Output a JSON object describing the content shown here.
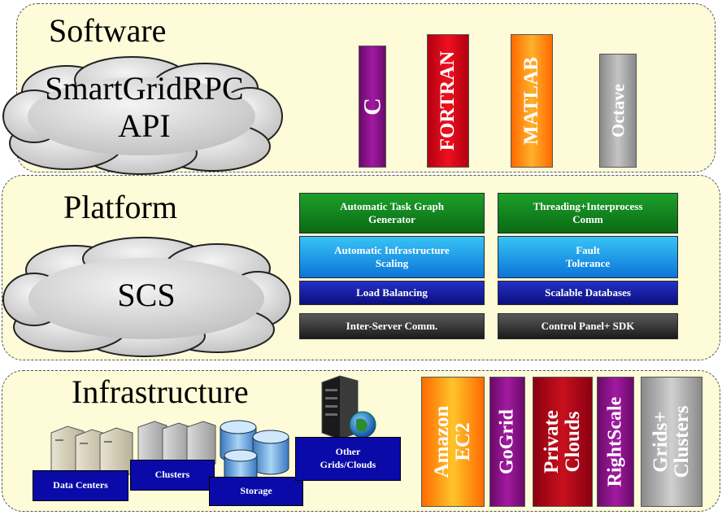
{
  "software": {
    "title": "Software",
    "cloud_line1": "SmartGridRPC",
    "cloud_line2": "API",
    "languages": [
      {
        "label": "C",
        "color": "#8a0f8a"
      },
      {
        "label": "FORTRAN",
        "color": "#e0101a"
      },
      {
        "label": "MATLAB",
        "color": "#f58a0a"
      },
      {
        "label": "Octave",
        "color": "#9a9a9a"
      }
    ]
  },
  "platform": {
    "title": "Platform",
    "cloud_label": "SCS",
    "modules": [
      {
        "line1": "Automatic Task Graph",
        "line2": "Generator",
        "style": "green"
      },
      {
        "line1": "Threading+Interprocess",
        "line2": "Comm",
        "style": "green"
      },
      {
        "line1": "Automatic Infrastructure",
        "line2": "Scaling",
        "style": "sky"
      },
      {
        "line1": "Fault",
        "line2": "Tolerance",
        "style": "sky"
      },
      {
        "line1": "Load Balancing",
        "line2": "",
        "style": "blue"
      },
      {
        "line1": "Scalable Databases",
        "line2": "",
        "style": "blue"
      },
      {
        "line1": "Inter-Server Comm.",
        "line2": "",
        "style": "dark"
      },
      {
        "line1": "Control Panel+ SDK",
        "line2": "",
        "style": "dark"
      }
    ]
  },
  "infrastructure": {
    "title": "Infrastructure",
    "resources": {
      "data_centers": "Data Centers",
      "clusters": "Clusters",
      "storage": "Storage",
      "other_line1": "Other",
      "other_line2": "Grids/Clouds"
    },
    "providers": [
      {
        "line1": "Amazon",
        "line2": "EC2",
        "color": "#f58a0a"
      },
      {
        "line1": "GoGrid",
        "line2": "",
        "color": "#8a0f8a"
      },
      {
        "line1": "Private",
        "line2": "Clouds",
        "color": "#b0101a"
      },
      {
        "line1": "RightScale",
        "line2": "",
        "color": "#8a0f8a"
      },
      {
        "line1": "Grids+",
        "line2": "Clusters",
        "color": "#a0a0a0"
      }
    ]
  }
}
